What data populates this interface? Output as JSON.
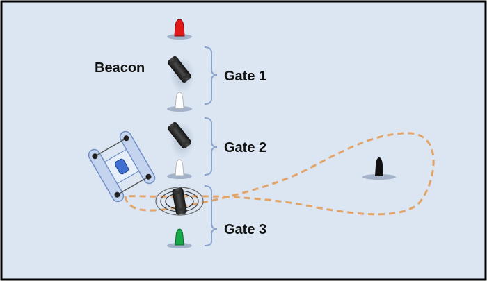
{
  "labels": {
    "beacon": "Beacon",
    "gate1": "Gate 1",
    "gate2": "Gate 2",
    "gate3": "Gate 3"
  },
  "colors": {
    "background": "#dce6f2",
    "border": "#000000",
    "buoy_red": "#e31818",
    "buoy_white": "#ffffff",
    "buoy_green": "#18a848",
    "buoy_black": "#111111",
    "path": "#e2a468",
    "bracket": "#8aa4cc"
  }
}
